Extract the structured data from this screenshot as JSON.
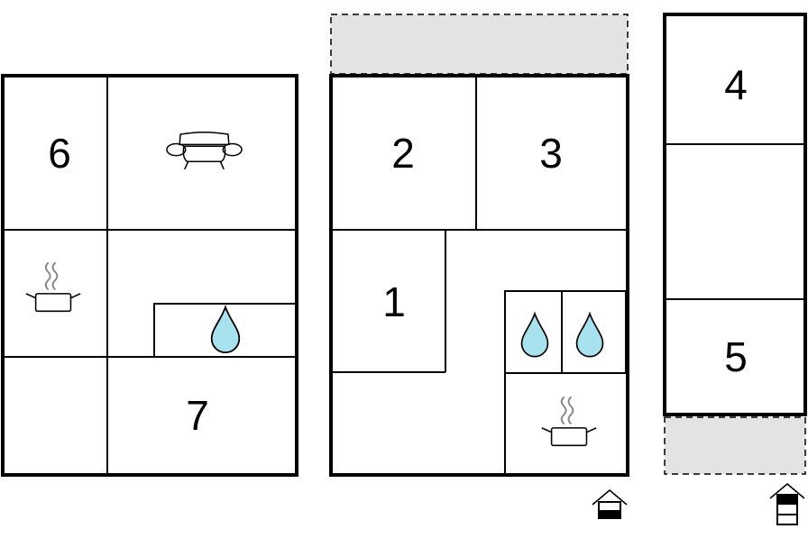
{
  "plans": [
    {
      "rooms": [
        {
          "id": "room-6",
          "label": "6"
        },
        {
          "id": "room-7",
          "label": "7"
        }
      ],
      "icons": [
        "sofa-icon",
        "cooking-pot-icon",
        "water-drop-icon"
      ]
    },
    {
      "rooms": [
        {
          "id": "room-2",
          "label": "2"
        },
        {
          "id": "room-3",
          "label": "3"
        },
        {
          "id": "room-1",
          "label": "1"
        }
      ],
      "icons": [
        "water-drop-icon",
        "water-drop-icon",
        "cooking-pot-icon",
        "floor-ground-icon"
      ],
      "terrace": "dashed-terrace-top"
    },
    {
      "rooms": [
        {
          "id": "room-4",
          "label": "4"
        },
        {
          "id": "room-5",
          "label": "5"
        }
      ],
      "icons": [
        "floor-upper-icon"
      ],
      "terrace": "dashed-terrace-bottom"
    }
  ],
  "colors": {
    "walls": "#000000",
    "terrace_fill": "#e3e3e3",
    "water": "#a8e2ef",
    "steam": "#888888",
    "background": "#ffffff"
  }
}
